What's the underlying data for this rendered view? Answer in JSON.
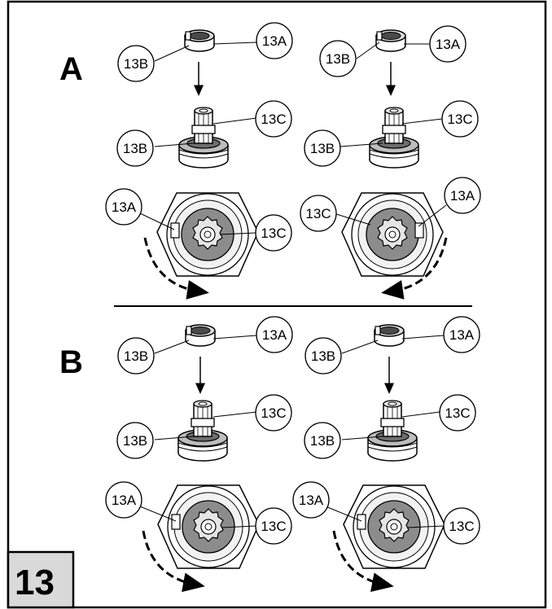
{
  "figure_number": "13",
  "sections": [
    {
      "letter": "A",
      "panels": [
        {
          "cap_label": "13B",
          "ring_label": "13A",
          "stem_top_label": "13C",
          "stem_base_label": "13B",
          "view_left_label": "13A",
          "view_right_label": "13C"
        },
        {
          "cap_label": "13B",
          "ring_label": "13A",
          "stem_top_label": "13C",
          "stem_base_label": "13B",
          "view_left_label": "13C",
          "view_right_label": "13A"
        }
      ]
    },
    {
      "letter": "B",
      "panels": [
        {
          "cap_label": "13B",
          "ring_label": "13A",
          "stem_top_label": "13C",
          "stem_base_label": "13B",
          "view_left_label": "13A",
          "view_right_label": "13C"
        },
        {
          "cap_label": "13B",
          "ring_label": "13A",
          "stem_top_label": "13C",
          "stem_base_label": "13B",
          "view_left_label": "13A",
          "view_right_label": "13C"
        }
      ]
    }
  ],
  "colors": {
    "line": "#000000",
    "gray_fill": "#8c8c8c",
    "light_fill": "#e6e6e6",
    "badge_fill": "#d9d9d9"
  }
}
